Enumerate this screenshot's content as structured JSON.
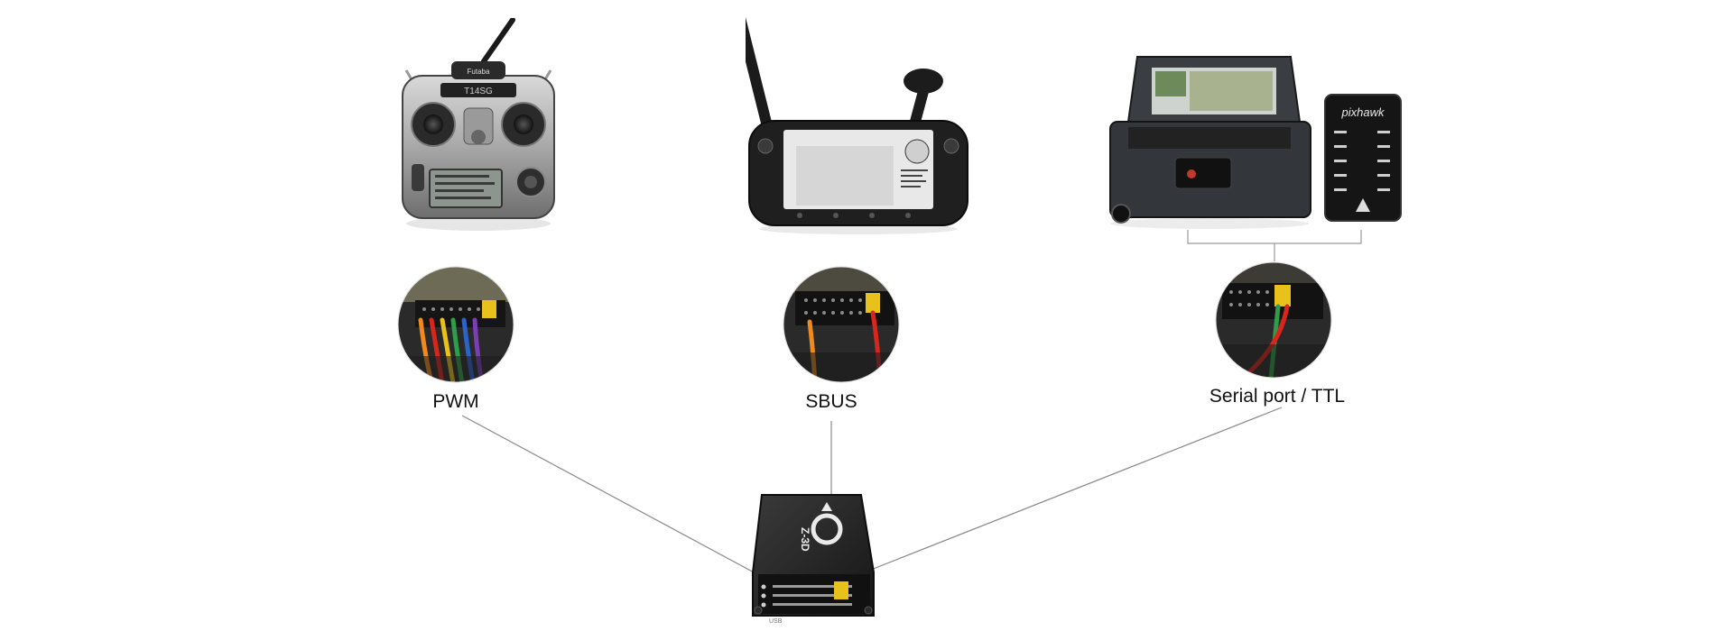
{
  "labels": {
    "pwm": "PWM",
    "sbus": "SBUS",
    "serial": "Serial port / TTL"
  },
  "devices": {
    "rc_transmitter": {
      "brand": "Futaba",
      "model": "T14SG"
    },
    "ground_station": {
      "brand": "pixhawk"
    },
    "gimbal_controller": {
      "model": "Z-3D",
      "port": "USB"
    }
  },
  "colors": {
    "connector_line": "#8a8a8a",
    "bracket_line": "#9a9a9a",
    "wire_orange": "#f08a1c",
    "wire_red": "#d9261c",
    "wire_green": "#2f9e4a",
    "wire_blue": "#2c63c9",
    "wire_purple": "#7b3fb5",
    "wire_yellow": "#e8c21a",
    "device_dark": "#2b2b2b"
  }
}
